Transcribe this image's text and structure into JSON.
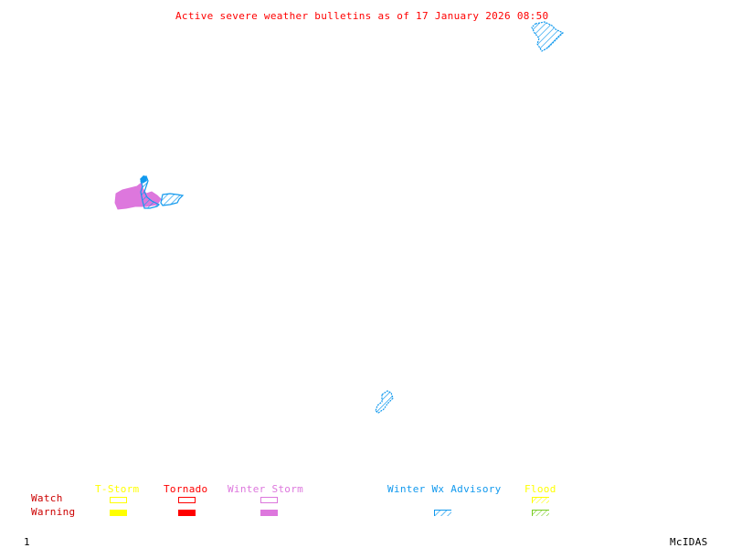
{
  "title": "Active severe weather bulletins as of 17 January 2026 08:50",
  "colors": {
    "title": "#ff0000",
    "tstorm": "#ffff00",
    "tornado": "#ff0000",
    "winter_storm": "#dd77dd",
    "winter_wx_advisory": "#1199ee",
    "flood_watch": "#ffff00",
    "flood_warning": "#77cc22",
    "row_labels": "#cc0000"
  },
  "legend": {
    "row_labels": {
      "watch": "Watch",
      "warning": "Warning"
    },
    "categories": [
      {
        "key": "tstorm",
        "label": "T-Storm",
        "watch": "outline",
        "warning": "solid"
      },
      {
        "key": "tornado",
        "label": "Tornado",
        "watch": "outline",
        "warning": "solid"
      },
      {
        "key": "winter_storm",
        "label": "Winter Storm",
        "watch": "outline",
        "warning": "solid"
      },
      {
        "key": "winter_wx_advisory",
        "label": "Winter Wx Advisory",
        "watch": "none",
        "warning": "hatched"
      },
      {
        "key": "flood",
        "label": "Flood",
        "watch": "hatched",
        "warning": "hatched"
      }
    ]
  },
  "areas": [
    {
      "name": "winter-wx-advisory-northeast",
      "type": "winter_wx_advisory",
      "fill": "hatched"
    },
    {
      "name": "winter-storm-warning-west",
      "type": "winter_storm",
      "fill": "solid"
    },
    {
      "name": "winter-wx-advisory-west-1",
      "type": "winter_wx_advisory",
      "fill": "hatched"
    },
    {
      "name": "winter-wx-advisory-west-2",
      "type": "winter_wx_advisory",
      "fill": "hatched"
    },
    {
      "name": "winter-wx-advisory-south",
      "type": "winter_wx_advisory",
      "fill": "hatched"
    }
  ],
  "footer": {
    "frame": "1",
    "brand": "McIDAS"
  }
}
